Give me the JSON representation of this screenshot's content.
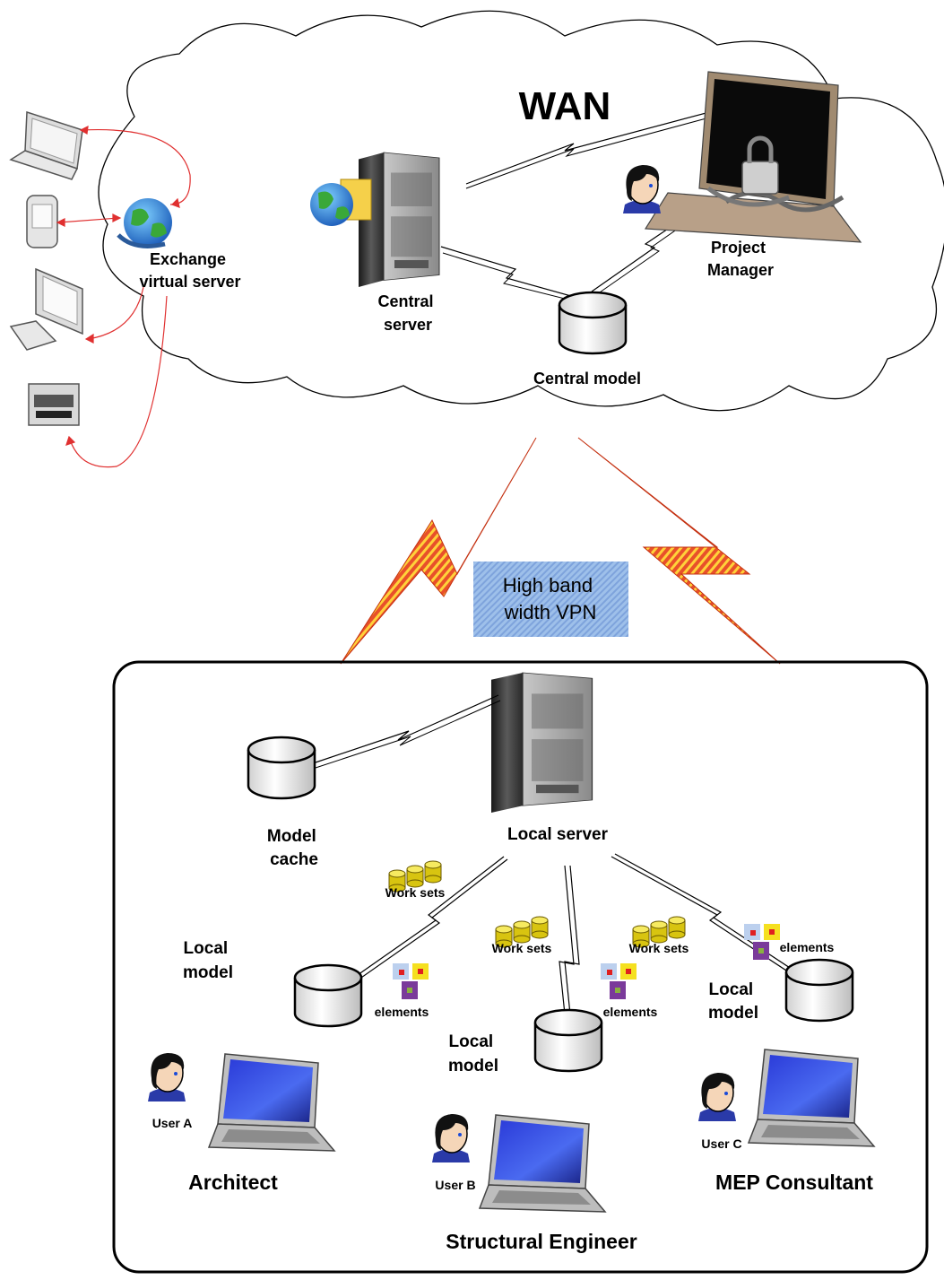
{
  "wan": {
    "title": "WAN",
    "central_server": [
      "Central",
      "server"
    ],
    "central_model": "Central model",
    "project_manager": [
      "Project",
      "Manager"
    ],
    "exchange_server": [
      "Exchange",
      "virtual server"
    ]
  },
  "vpn": {
    "label": [
      "High band",
      "width VPN"
    ]
  },
  "office": {
    "local_server": "Local server",
    "model_cache": [
      "Model",
      "cache"
    ],
    "work_sets": "Work sets",
    "elements": "elements",
    "local_model": [
      "Local",
      "model"
    ],
    "user_a": "User A",
    "user_b": "User B",
    "user_c": "User C",
    "architect": "Architect",
    "structural_engineer": "Structural Engineer",
    "mep_consultant": "MEP Consultant"
  },
  "colors": {
    "bolt_fill": "#e8502a",
    "bolt_stripe": "#ffd23a",
    "exchange_links": "#e03030",
    "vpn_box": "#8fb4e6"
  }
}
